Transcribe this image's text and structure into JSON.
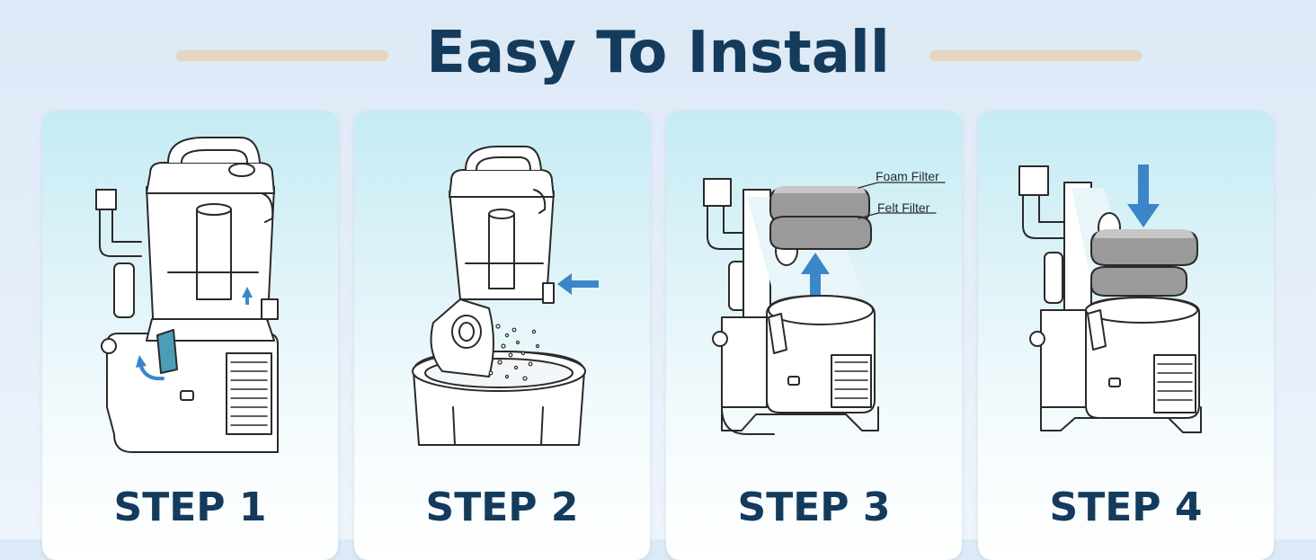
{
  "title": "Easy To Install",
  "steps": [
    {
      "label": "STEP 1"
    },
    {
      "label": "STEP 2"
    },
    {
      "label": "STEP 3",
      "callouts": [
        "Foam Filter",
        "Felt Filter"
      ]
    },
    {
      "label": "STEP 4"
    }
  ],
  "colors": {
    "heading": "#143a5c",
    "accent_line": "#e4d6bf",
    "arrow": "#3a86c8",
    "latch": "#4a9fb8",
    "filter_fill": "#9a9a9a"
  }
}
